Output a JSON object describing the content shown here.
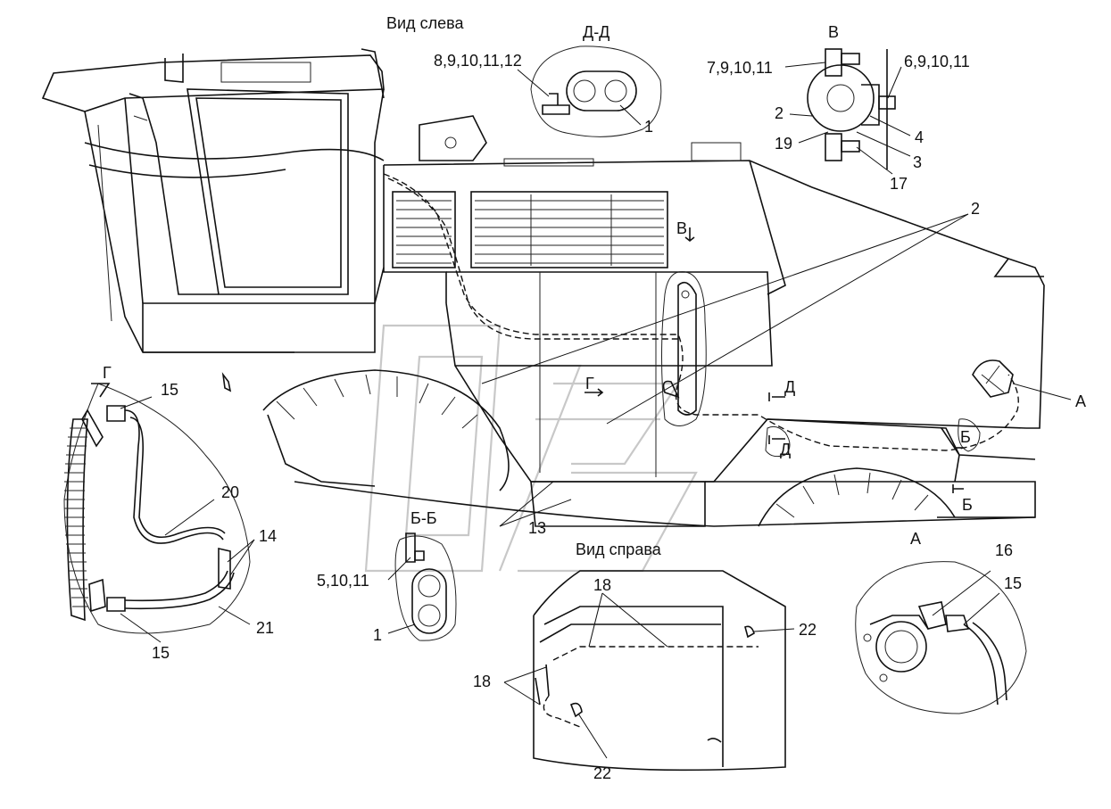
{
  "views": {
    "left_view": "Вид слева",
    "right_view": "Вид справа"
  },
  "sections": {
    "dd": "Д-Д",
    "v": "В",
    "bb": "Б-Б",
    "g": "Г",
    "a": "А"
  },
  "section_markers": {
    "v": "В",
    "g": "Г",
    "d_top": "Д",
    "d_bottom": "Д",
    "b_top": "Б",
    "b_bottom": "Б",
    "a": "А"
  },
  "callouts": {
    "dd_parts": "8,9,10,11,12",
    "dd_1": "1",
    "v_left_top": "7,9,10,11",
    "v_right_top": "6,9,10,11",
    "v_2": "2",
    "v_19": "19",
    "v_4": "4",
    "v_3": "3",
    "v_17": "17",
    "main_2": "2",
    "main_13": "13",
    "g_15_top": "15",
    "g_20": "20",
    "g_14": "14",
    "g_21": "21",
    "g_15_bottom": "15",
    "bb_parts": "5,10,11",
    "bb_1": "1",
    "right_18_top": "18",
    "right_18_left": "18",
    "right_22_right": "22",
    "right_22_bottom": "22",
    "a_16": "16",
    "a_15": "15"
  }
}
